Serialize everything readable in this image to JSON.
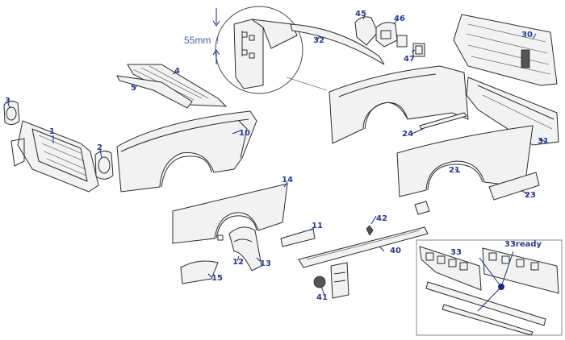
{
  "labels": {
    "p1": "1",
    "p2": "2",
    "p3": "3",
    "p4": "4",
    "p5": "5",
    "p10": "10",
    "p11": "11",
    "p12": "12",
    "p13": "13",
    "p14": "14",
    "p15": "15",
    "p21": "21",
    "p23": "23",
    "p24": "24",
    "p30": "30",
    "p31": "31",
    "p32": "32",
    "p33": "33",
    "p33ready": "33ready",
    "p40": "40",
    "p41": "41",
    "p42": "42",
    "p45": "45",
    "p46": "46",
    "p47": "47"
  },
  "detail": {
    "dimension": "55mm"
  },
  "colors": {
    "label": "#2a3a8c",
    "line": "#2b2b2b",
    "leader": "#1e2a7a"
  }
}
